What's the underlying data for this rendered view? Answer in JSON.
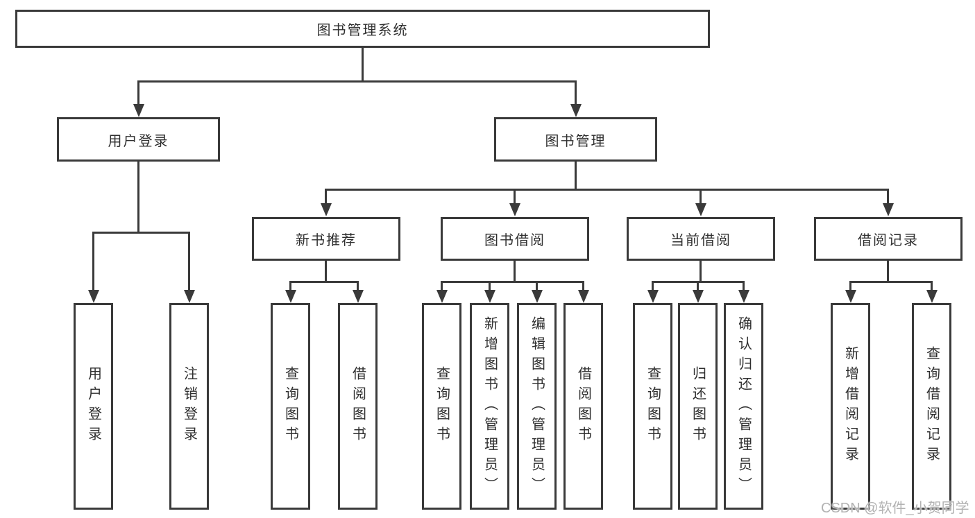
{
  "diagram_title": "图书管理系统",
  "tree": {
    "label": "图书管理系统",
    "children": [
      {
        "label": "用户登录",
        "children": [
          {
            "label": "用户登录"
          },
          {
            "label": "注销登录"
          }
        ]
      },
      {
        "label": "图书管理",
        "children": [
          {
            "label": "新书推荐",
            "children": [
              {
                "label": "查询图书"
              },
              {
                "label": "借阅图书"
              }
            ]
          },
          {
            "label": "图书借阅",
            "children": [
              {
                "label": "查询图书"
              },
              {
                "label": "新增图书（管理员）"
              },
              {
                "label": "编辑图书（管理员）"
              },
              {
                "label": "借阅图书"
              }
            ]
          },
          {
            "label": "当前借阅",
            "children": [
              {
                "label": "查询图书"
              },
              {
                "label": "归还图书"
              },
              {
                "label": "确认归还（管理员）"
              }
            ]
          },
          {
            "label": "借阅记录",
            "children": [
              {
                "label": "新增借阅记录"
              },
              {
                "label": "查询借阅记录"
              }
            ]
          }
        ]
      }
    ]
  },
  "watermark": {
    "text": "CSDN @软件_小贺同学"
  },
  "colors": {
    "line": "#3a3a3a",
    "text": "#2f2f2f",
    "watermark": "#b2b2b2",
    "background": "#ffffff"
  }
}
